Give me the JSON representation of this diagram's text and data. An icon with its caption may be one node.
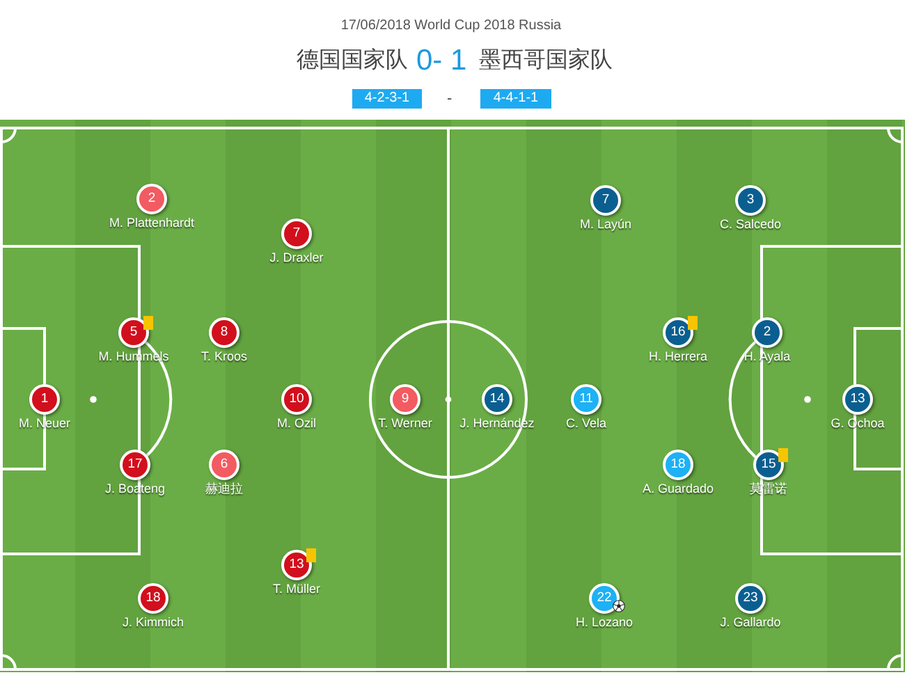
{
  "diagram": {
    "title": "17/06/2018 World Cup 2018 Russia",
    "nodes": [
      {
        "text": [
          "4-2-3-1"
        ]
      },
      {
        "text": [
          "4-4-1-1"
        ]
      },
      {
        "text": [
          "2"
        ],
        "beside": [
          "M. Plattenhardt"
        ]
      },
      {
        "text": [
          "7"
        ],
        "beside": [
          "M. Layún"
        ]
      },
      {
        "text": [
          "3"
        ],
        "beside": [
          "C. Salcedo"
        ]
      },
      {
        "text": [
          "7"
        ],
        "beside": [
          "J. Draxler"
        ]
      },
      {
        "text": [
          "5"
        ],
        "beside": [
          "M. Hummels"
        ]
      },
      {
        "text": [
          "8"
        ],
        "beside": [
          "T. Kroos"
        ]
      },
      {
        "text": [
          "16"
        ],
        "beside": [
          "H. Herrera"
        ]
      },
      {
        "text": [
          "2"
        ],
        "beside": [
          "H. Ayala"
        ]
      },
      {
        "text": [
          "1"
        ],
        "beside": [
          "M. Neuer"
        ]
      },
      {
        "text": [
          "10"
        ],
        "beside": [
          "M. Ozil"
        ]
      },
      {
        "text": [
          "9"
        ],
        "beside": [
          "T. Werner"
        ]
      },
      {
        "text": [
          "14"
        ],
        "beside": [
          "J. Hernández"
        ]
      },
      {
        "text": [
          "11"
        ],
        "beside": [
          "C. Vela"
        ]
      },
      {
        "text": [
          "13"
        ],
        "beside": [
          "G. Ochoa"
        ]
      },
      {
        "text": [
          "17"
        ],
        "beside": [
          "J. Boateng"
        ]
      },
      {
        "text": [
          "6"
        ],
        "beside": [
          "赫迪拉"
        ]
      },
      {
        "text": [
          "18"
        ],
        "beside": [
          "A. Guardado"
        ]
      },
      {
        "text": [
          "15"
        ],
        "beside": [
          "莫雷诺"
        ]
      },
      {
        "text": [
          "13"
        ],
        "beside": [
          "T. Müller"
        ]
      },
      {
        "text": [
          "18"
        ],
        "beside": [
          "J. Kimmich"
        ]
      },
      {
        "text": [
          "22"
        ],
        "beside": [
          "H. Lozano"
        ]
      },
      {
        "text": [
          "23"
        ],
        "beside": [
          "J. Gallardo"
        ]
      }
    ],
    "labels": [
      "德国国家队",
      "0- 1",
      "墨西哥国家队",
      "-"
    ]
  }
}
